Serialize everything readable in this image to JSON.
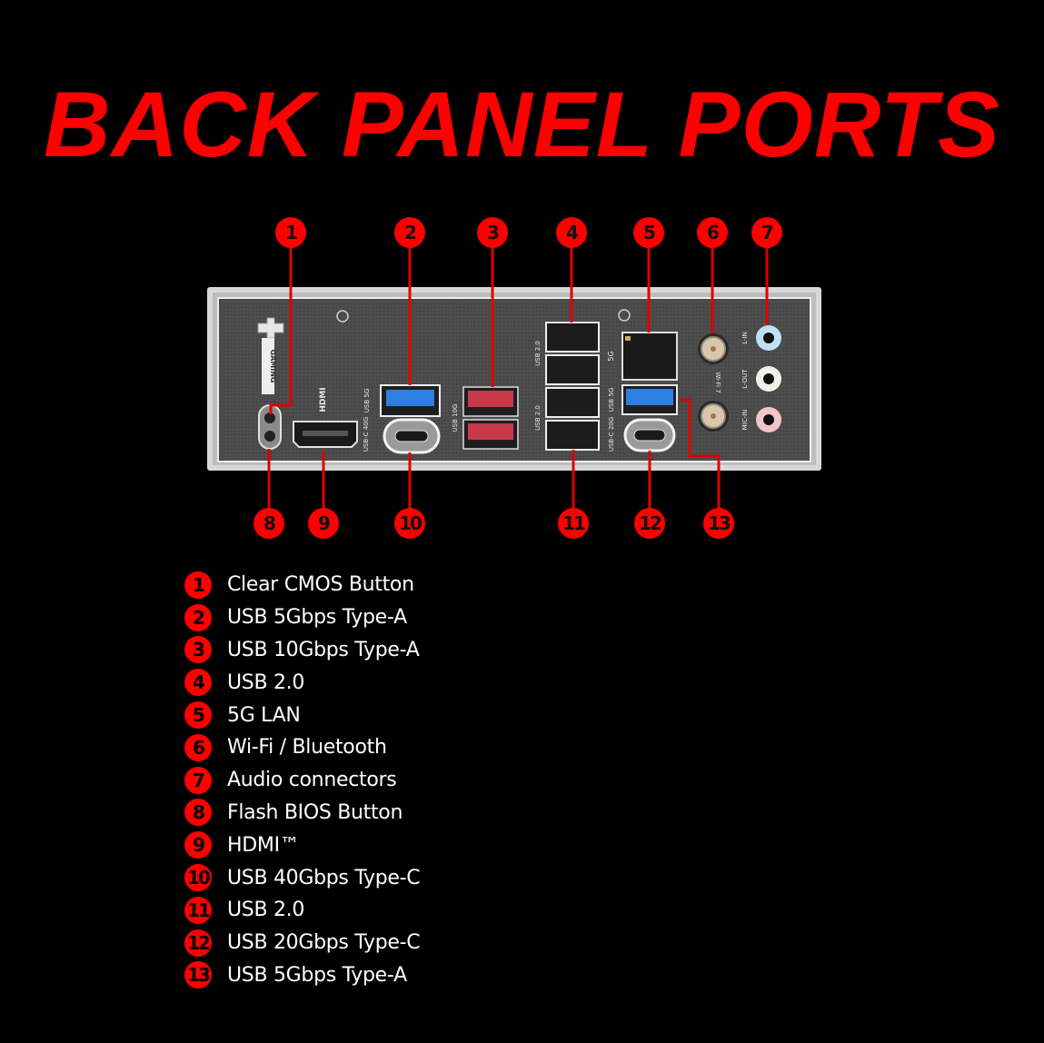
{
  "title": "BACK PANEL PORTS",
  "colors": {
    "accent": "#ff0000",
    "background": "#000000",
    "panel": "#4a4a4a",
    "usb_blue": "#2f7fe0",
    "usb_red": "#c83a4a",
    "audio_line_in": "#bfe0f5",
    "audio_line_out": "#f0f0e6",
    "audio_mic_in": "#f2c6c8"
  },
  "panel_labels": {
    "gaming": "GAMING",
    "hdmi": "HDMI",
    "usb_5g": "USB 5G",
    "usb_c_40g": "USB-C 40G",
    "usb_10g": "USB 10G",
    "usb_20": "USB 2.0",
    "usb_20_b": "USB 2.0",
    "lan_5g": "5G",
    "usb_5g_b": "USB 5G",
    "usb_c_20g": "USB-C 20G",
    "wifi": "Wi-Fi 7",
    "line_in": "L-IN",
    "line_out": "L-OUT",
    "mic_in": "MIC-IN"
  },
  "callouts": [
    {
      "num": "1"
    },
    {
      "num": "2"
    },
    {
      "num": "3"
    },
    {
      "num": "4"
    },
    {
      "num": "5"
    },
    {
      "num": "6"
    },
    {
      "num": "7"
    },
    {
      "num": "8"
    },
    {
      "num": "9"
    },
    {
      "num": "10"
    },
    {
      "num": "11"
    },
    {
      "num": "12"
    },
    {
      "num": "13"
    }
  ],
  "legend": [
    {
      "num": "1",
      "label": "Clear CMOS Button"
    },
    {
      "num": "2",
      "label": "USB 5Gbps Type-A"
    },
    {
      "num": "3",
      "label": "USB 10Gbps Type-A"
    },
    {
      "num": "4",
      "label": "USB 2.0"
    },
    {
      "num": "5",
      "label": "5G LAN"
    },
    {
      "num": "6",
      "label": "Wi-Fi / Bluetooth"
    },
    {
      "num": "7",
      "label": "Audio connectors"
    },
    {
      "num": "8",
      "label": "Flash BIOS Button"
    },
    {
      "num": "9",
      "label": "HDMI™"
    },
    {
      "num": "10",
      "label": "USB 40Gbps Type-C"
    },
    {
      "num": "11",
      "label": "USB 2.0"
    },
    {
      "num": "12",
      "label": "USB 20Gbps Type-C"
    },
    {
      "num": "13",
      "label": "USB 5Gbps Type-A"
    }
  ]
}
